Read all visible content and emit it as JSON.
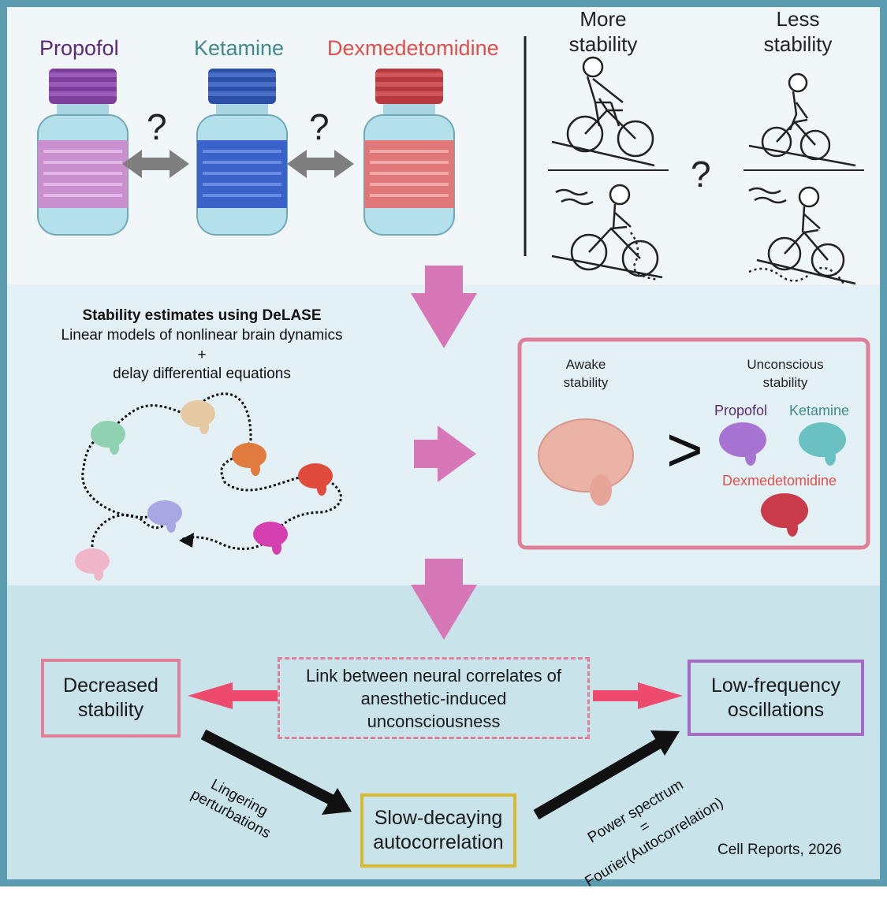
{
  "top": {
    "drugs": [
      {
        "name": "Propofol",
        "color": "#5a2a78"
      },
      {
        "name": "Ketamine",
        "color": "#3f8a8a"
      },
      {
        "name": "Dexmedetomidine",
        "color": "#e0504a"
      }
    ],
    "question_mark": "?",
    "more_stability": "More\nstability",
    "less_stability": "Less\nstability"
  },
  "middle": {
    "title": "Stability estimates using DeLASE",
    "line1": "Linear models of nonlinear brain dynamics",
    "plus": "+",
    "line2": "delay differential equations",
    "result": {
      "awake": "Awake\nstability",
      "unconscious": "Unconscious\nstability",
      "greater_than": ">",
      "propofol": "Propofol",
      "ketamine": "Ketamine",
      "dexmedetomidine": "Dexmedetomidine"
    }
  },
  "bottom": {
    "decreased": "Decreased\nstability",
    "link": "Link between neural correlates of\nanesthetic-induced\nunconsciousness",
    "low_freq": "Low-frequency\noscillations",
    "lingering": "Lingering\nperturbations",
    "slow_decay": "Slow-decaying\nautocorrelation",
    "power": "Power spectrum\n=\nFourier(Autocorrelation)",
    "citation": "Cell Reports, 2026"
  },
  "colors": {
    "frame": "#5b9cb0",
    "pink_arrow": "#d877b8",
    "red_arrow": "#ee4a6e",
    "box_pink": "#e07f97",
    "box_purple": "#a56bc4",
    "box_yellow": "#d9b92e"
  }
}
